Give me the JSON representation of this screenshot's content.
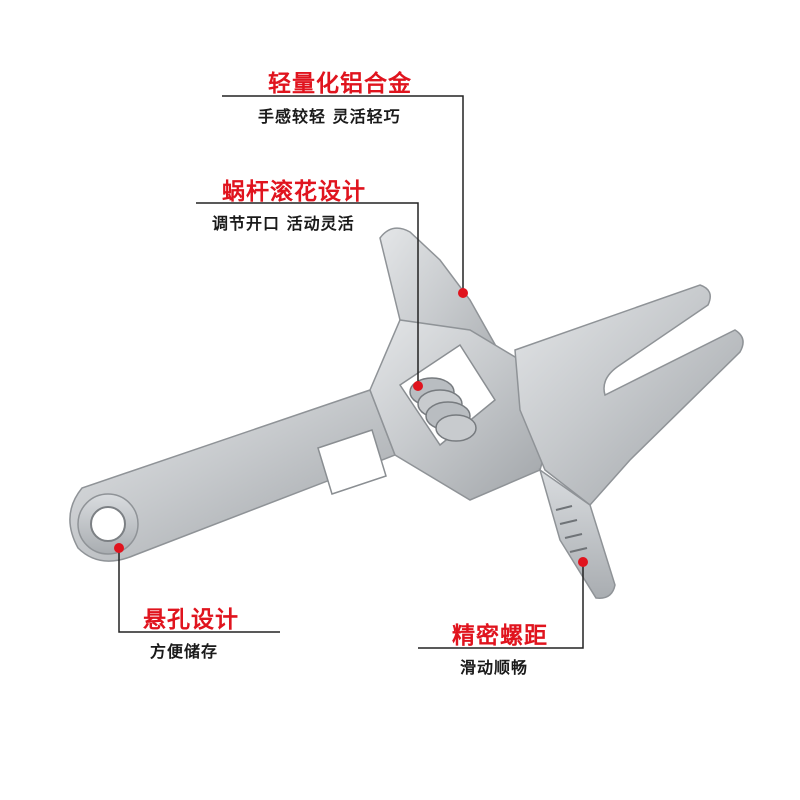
{
  "callouts": {
    "alloy": {
      "title": "轻量化铝合金",
      "subtitle": "手感较轻 灵活轻巧"
    },
    "worm": {
      "title": "蜗杆滚花设计",
      "subtitle": "调节开口 活动灵活"
    },
    "hole": {
      "title": "悬孔设计",
      "subtitle": "方便储存"
    },
    "thread": {
      "title": "精密螺距",
      "subtitle": "滑动顺畅"
    }
  },
  "colors": {
    "accent": "#e0141e",
    "line": "#222222",
    "metal": "#c9cccf"
  }
}
